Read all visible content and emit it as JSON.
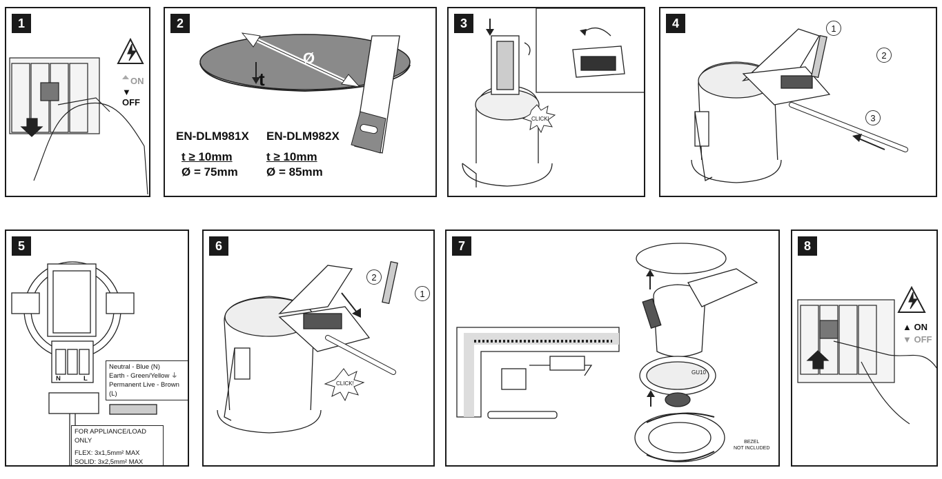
{
  "panels": [
    {
      "num": "1"
    },
    {
      "num": "2"
    },
    {
      "num": "3"
    },
    {
      "num": "4"
    },
    {
      "num": "5"
    },
    {
      "num": "6"
    },
    {
      "num": "7"
    },
    {
      "num": "8"
    }
  ],
  "switch": {
    "on": "ON",
    "off": "OFF"
  },
  "p2": {
    "model1": "EN-DLM981X",
    "model2": "EN-DLM982X",
    "t1": "t ≥ 10mm",
    "d1": "Ø = 75mm",
    "t2": "t ≥ 10mm",
    "d2": "Ø = 85mm",
    "t_label": "t",
    "dia_label": "Ø"
  },
  "click": "CLICK!",
  "steps4": {
    "c1": "1",
    "c2": "2",
    "c3": "3"
  },
  "steps6": {
    "c1": "1",
    "c2": "2"
  },
  "p5": {
    "n": "N",
    "l": "L",
    "wire1": "Neutral - Blue (N)",
    "wire2": "Earth - Green/Yellow ⏚",
    "wire3": "Permanent Live - Brown (L)",
    "load1": "FOR APPLIANCE/LOAD ONLY",
    "load2": "FLEX: 3x1,5mm² MAX",
    "load3": "SOLID: 3x2,5mm² MAX"
  },
  "p7": {
    "gu10": "GU10",
    "bezel1": "BEZEL",
    "bezel2": "NOT INCLUDED"
  },
  "colors": {
    "border": "#1a1a1a",
    "grey": "#8a8a8a",
    "light": "#d4d4d4"
  }
}
